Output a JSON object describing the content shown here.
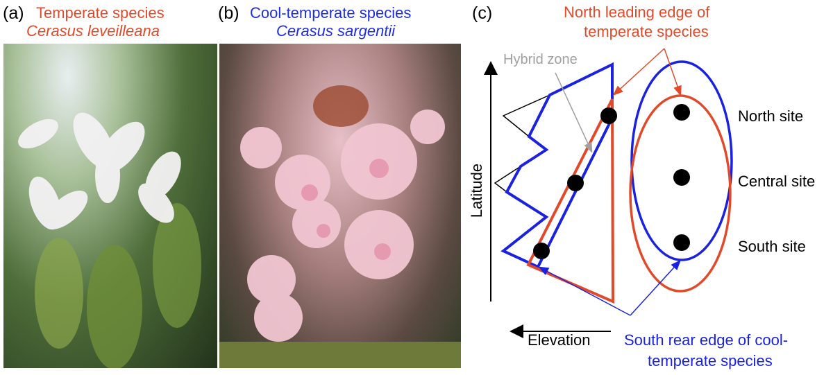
{
  "panel_a": {
    "letter": "(a)",
    "title": "Temperate species",
    "species": "Cerasus leveilleana",
    "color": "#e04a2a"
  },
  "panel_b": {
    "letter": "(b)",
    "title": "Cool-temperate species",
    "species": "Cerasus sargentii",
    "color": "#1f2de0"
  },
  "panel_c": {
    "letter": "(c)",
    "north_edge_label": [
      "North leading edge of",
      "temperate species"
    ],
    "south_edge_label": [
      "South rear edge of cool-",
      "temperate species"
    ],
    "hybrid_zone": "Hybrid zone",
    "y_axis": "Latitude",
    "x_axis": "Elevation",
    "sites": [
      "North site",
      "Central site",
      "South site"
    ],
    "colors": {
      "temperate": "#e04a2a",
      "cool_temperate": "#1a22e0",
      "hybrid": "#a0a0a0"
    }
  }
}
